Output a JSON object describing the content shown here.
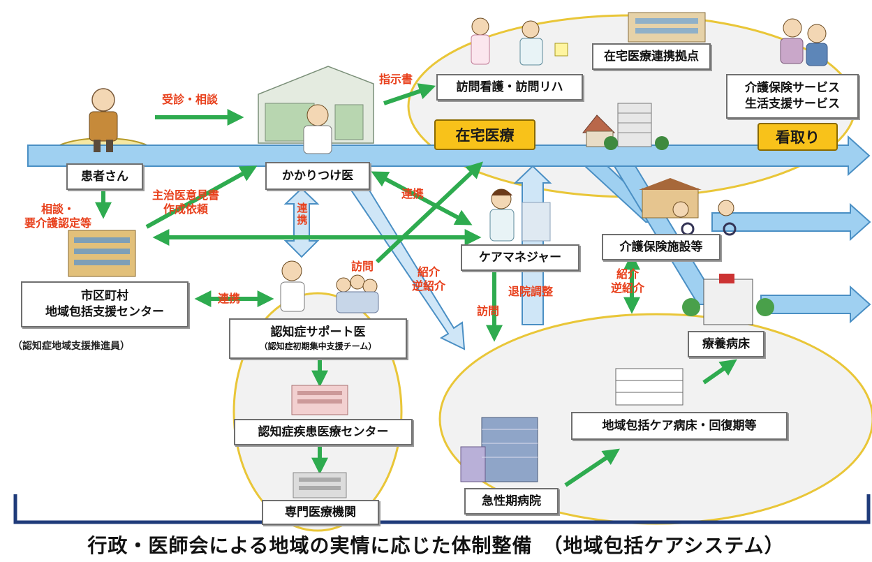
{
  "patient": "患者さん",
  "family_doctor": "かかりつけ医",
  "visit_nursing": "訪問看護・訪問リハ",
  "home_care_hub": "在宅医療連携拠点",
  "care_service_line1": "介護保険サービス",
  "care_service_line2": "生活支援サービス",
  "home_medicine": "在宅医療",
  "end_of_life": "看取り",
  "care_manager": "ケアマネジャー",
  "care_facility": "介護保険施設等",
  "municipality_line1": "市区町村",
  "municipality_line2": "地域包括支援センター",
  "dementia_promoter": "（認知症地域支援推進員）",
  "dementia_doctor": "認知症サポート医",
  "dementia_team": "（認知症初期集中支援チーム）",
  "dementia_center": "認知症疾患医療センター",
  "specialist": "専門医療機関",
  "acute_hospital": "急性期病院",
  "community_ward": "地域包括ケア病床・回復期等",
  "long_term_ward": "療養病床",
  "labels": {
    "consult": "受診・相談",
    "instruction": "指示書",
    "opinion_line1": "主治医意見書",
    "opinion_line2": "作成依頼",
    "consult2_line1": "相談・",
    "consult2_line2": "要介護認定等",
    "renkei_vertical": "連携",
    "renkei_cm": "連携",
    "renkei_muni": "連携",
    "houmon_dementia": "訪問",
    "referral_line1": "紹介",
    "referral_line2": "逆紹介",
    "houmon_cm": "訪問",
    "discharge": "退院調整",
    "referral2_line1": "紹介",
    "referral2_line2": "逆紹介"
  },
  "footer": "行政・医師会による地域の実情に応じた体制整備　（地域包括ケアシステム）",
  "colors": {
    "green_arrow": "#2eab4f",
    "blue_arrow": "#5aa9dc",
    "label_red": "#e8401c",
    "highlight": "#f8c21a",
    "oval": "#f2f2f2",
    "oval_border": "#e9c638",
    "bracket": "#1f3b7a"
  }
}
